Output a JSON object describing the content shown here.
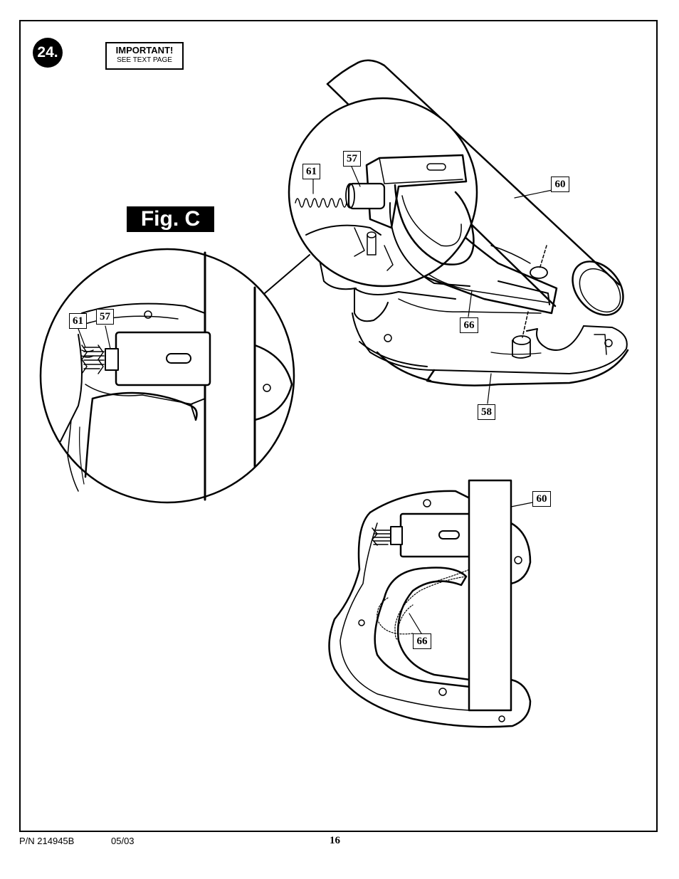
{
  "step": {
    "number": "24."
  },
  "important": {
    "title": "IMPORTANT!",
    "subtitle": "SEE TEXT PAGE"
  },
  "figure": {
    "label": "Fig. C"
  },
  "callouts": {
    "top_view": {
      "spring": "61",
      "pin": "57",
      "tube": "60",
      "handle": "66",
      "base": "58"
    },
    "zoom_view": {
      "spring": "61",
      "pin": "57"
    },
    "bottom_view": {
      "tube": "60",
      "handle": "66"
    }
  },
  "footer": {
    "part_number": "P/N 214945B",
    "date": "05/03",
    "page": "16"
  }
}
